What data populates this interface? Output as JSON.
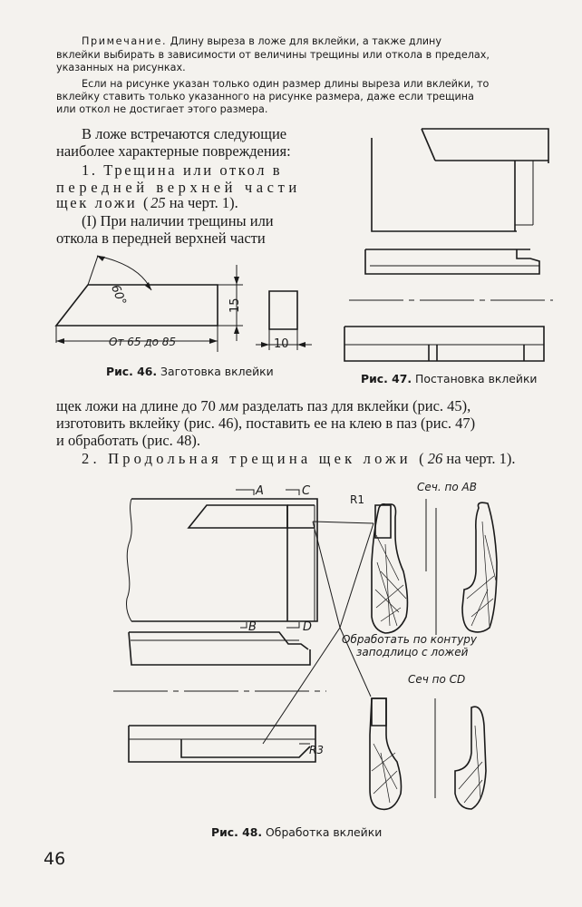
{
  "note": {
    "line1_lead": "Примечание.",
    "line1_rest": "Длину выреза в ложе для вклейки, а также длину",
    "line2": "вклейки выбирать в зависимости от величины трещины или откола в пределах,",
    "line3": "указанных на рисунках.",
    "line4": "Если на рисунке указан только один размер длины выреза или вклейки, то",
    "line5": "вклейку ставить только указанного на рисунке размера, даже если трещина",
    "line6": "или откол не достигает этого размера."
  },
  "body": {
    "p1_l1": "В ложе встречаются следующие",
    "p1_l2": "наиболее характерные повреждения:",
    "item1_l1": "1. Трещина или откол в",
    "item1_l2": "передней верхней части",
    "item1_l3_a": "щек ложи (",
    "item1_l3_b": "25",
    "item1_l3_c": " на черт. 1).",
    "p2_l1": "(I) При наличии трещины или",
    "p2_l2": "откола в передней верхней части",
    "p3_l1_a": "щек ложи на длине до 70 ",
    "p3_l1_b": "мм",
    "p3_l1_c": " разделать паз для вклейки (рис. 45),",
    "p3_l2": "изготовить вклейку (рис. 46), поставить ее на клею в паз (рис. 47)",
    "p3_l3": "и обработать (рис. 48).",
    "item2_a": "2. Продольная трещина щек ложи (",
    "item2_b": "26",
    "item2_c": " на черт. 1)."
  },
  "fig46": {
    "angle": "60°",
    "dim_h": "15",
    "dim_len": "От 65 до 85",
    "dim_w": "10",
    "caption_num": "Рис. 46.",
    "caption_text": "Заготовка вклейки"
  },
  "fig47": {
    "caption_num": "Рис. 47.",
    "caption_text": "Постановка вклейки"
  },
  "fig48": {
    "label_a": "A",
    "label_c": "C",
    "label_b": "B",
    "label_d": "D",
    "label_r1": "R1",
    "label_r3": "R3",
    "sec_ab": "Сеч. по AB",
    "sec_cd": "Сеч по CD",
    "note_l1": "Обработать по контуру",
    "note_l2": "заподлицо с ложей",
    "caption_num": "Рис. 48.",
    "caption_text": "Обработка вклейки"
  },
  "page_number": "46"
}
